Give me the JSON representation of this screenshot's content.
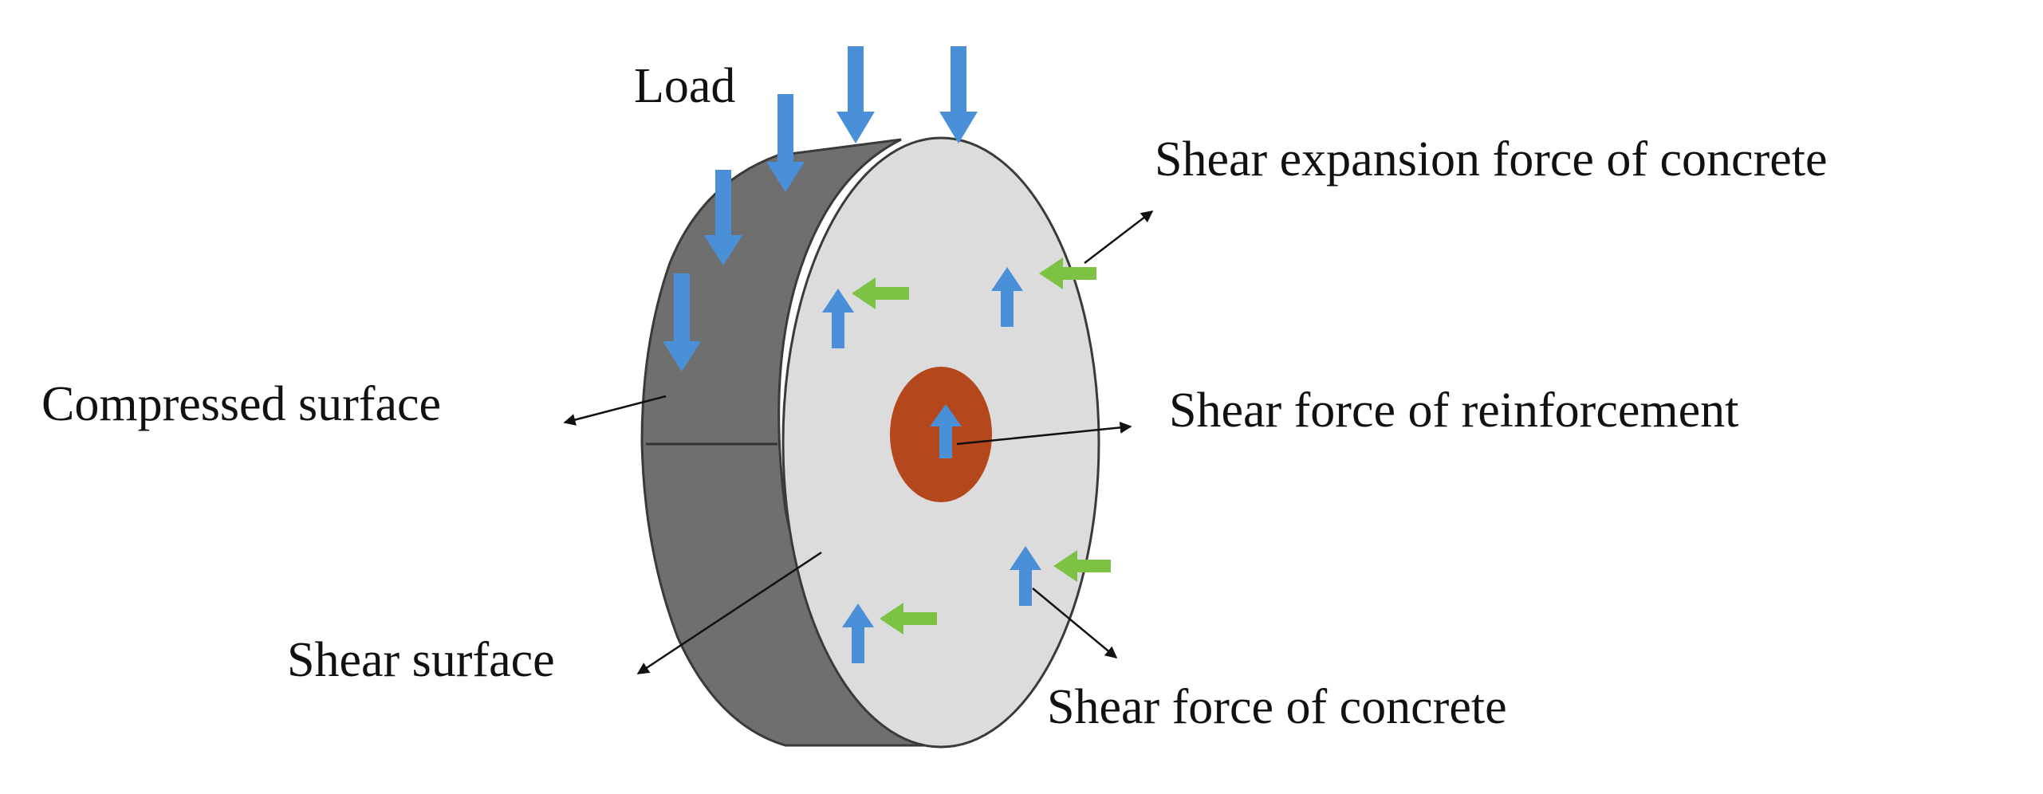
{
  "labels": {
    "load": "Load",
    "shear_expansion": "Shear expansion force of concrete",
    "compressed_surface": "Compressed surface",
    "shear_reinforcement": "Shear force of reinforcement",
    "shear_surface": "Shear surface",
    "shear_concrete": "Shear force of concrete"
  },
  "colors": {
    "side_face": "#6f6f6f",
    "front_face": "#dcdcdc",
    "outline": "#3a3a3a",
    "rebar": "#b5471c",
    "load_arrow": "#4a90d9",
    "shear_arrow": "#7dc242",
    "leader": "#111111"
  }
}
